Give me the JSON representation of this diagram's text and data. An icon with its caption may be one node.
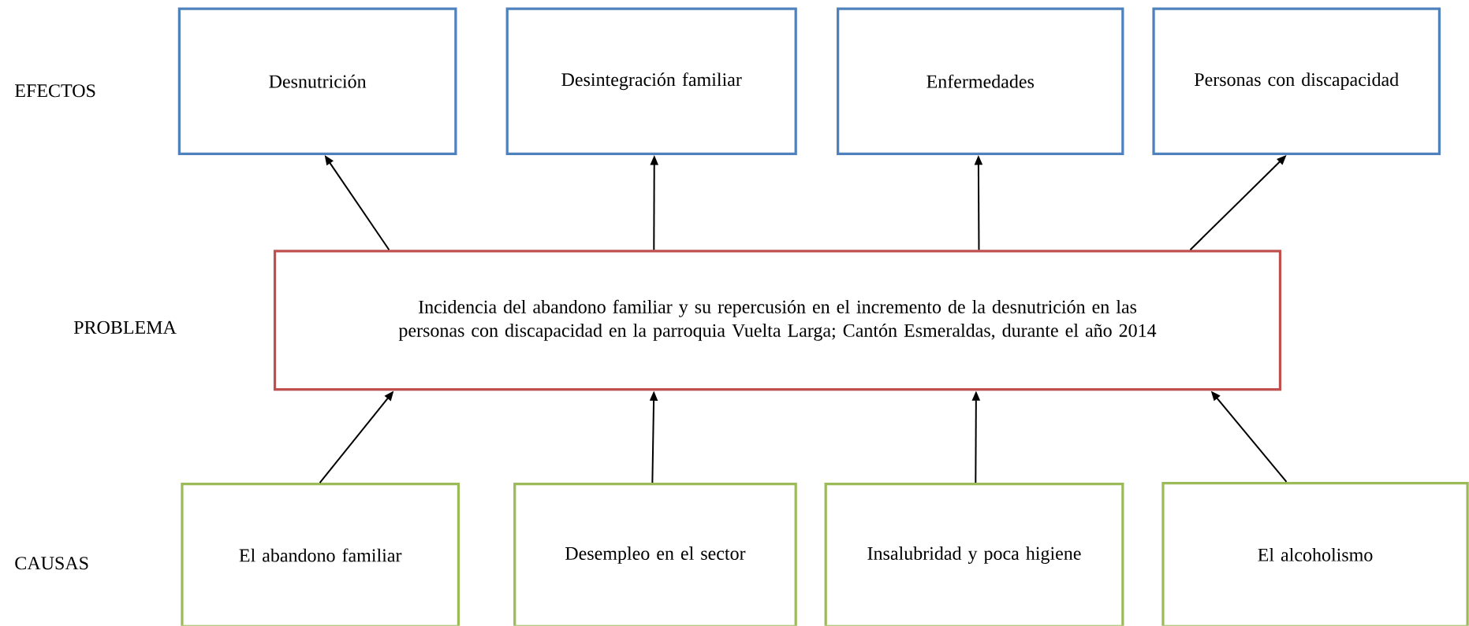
{
  "diagram": {
    "nodes": [
      {
        "text": [
          "Desnutrición"
        ]
      },
      {
        "text": [
          "Desintegración familiar"
        ]
      },
      {
        "text": [
          "Enfermedades"
        ]
      },
      {
        "text": [
          "Personas con discapacidad"
        ]
      },
      {
        "text": [
          "Incidencia del abandono familiar y su repercusión en el incremento de la desnutrición en las personas con discapacidad en la parroquia Vuelta Larga; Cantón Esmeraldas, durante el año 2014"
        ]
      },
      {
        "text": [
          "El abandono familiar"
        ]
      },
      {
        "text": [
          "Desempleo en el sector"
        ]
      },
      {
        "text": [
          "Insalubridad y poca higiene"
        ]
      },
      {
        "text": [
          "El alcoholismo"
        ]
      }
    ],
    "edges": [
      {
        "from": 4,
        "to": 0,
        "arrow": "to"
      },
      {
        "from": 4,
        "to": 1,
        "arrow": "to"
      },
      {
        "from": 4,
        "to": 2,
        "arrow": "to"
      },
      {
        "from": 4,
        "to": 3,
        "arrow": "to"
      },
      {
        "from": 5,
        "to": 4,
        "arrow": "to"
      },
      {
        "from": 6,
        "to": 4,
        "arrow": "to"
      },
      {
        "from": 7,
        "to": 4,
        "arrow": "to"
      },
      {
        "from": 8,
        "to": 4,
        "arrow": "to"
      }
    ],
    "labels": [
      "EFECTOS",
      "PROBLEMA",
      "CAUSAS"
    ]
  }
}
